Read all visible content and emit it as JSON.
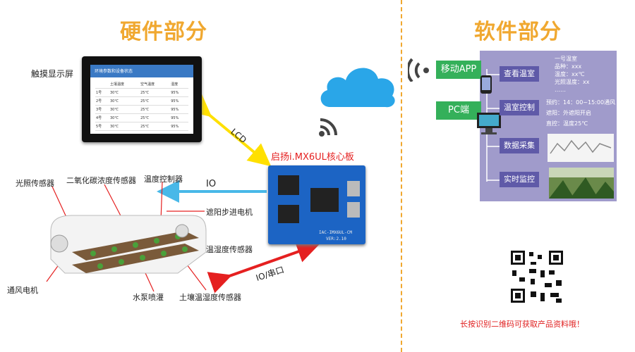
{
  "titles": {
    "hardware": "硬件部分",
    "software": "软件部分"
  },
  "lcd": {
    "label": "触摸显示屏",
    "screen_title": "环境参数和设备状态",
    "columns": [
      "",
      "土壤温度",
      "空气温度",
      "湿度"
    ],
    "rows": [
      [
        "1号",
        "30℃",
        "25℃",
        "95%"
      ],
      [
        "2号",
        "30℃",
        "25℃",
        "95%"
      ],
      [
        "3号",
        "30℃",
        "25℃",
        "95%"
      ],
      [
        "4号",
        "30℃",
        "25℃",
        "95%"
      ],
      [
        "5号",
        "30℃",
        "25℃",
        "95%"
      ]
    ]
  },
  "connections": {
    "lcd": "LCD",
    "io": "IO",
    "io_serial": "IO/串口"
  },
  "board": {
    "title": "启扬i.MX6UL核心板",
    "silk": "IAC-IMX6UL-CM",
    "version": "VER:2.10"
  },
  "sensors": {
    "light": "光照传感器",
    "co2": "二氧化碳浓度传感器",
    "temp_controller": "温度控制器",
    "shade_motor": "遮阳步进电机",
    "humidity": "温湿度传感器",
    "fan": "通风电机",
    "pump": "水泵喷灌",
    "soil": "土壤温湿度传感器"
  },
  "software": {
    "mobile_app": "移动APP",
    "pc": "PC端",
    "features": [
      {
        "label": "查看温室",
        "lines": [
          "一号温室",
          "品种：xxx",
          "温度：xx℃",
          "光照温度：xx",
          "……"
        ]
      },
      {
        "label": "温室控制",
        "lines": [
          "预约：14：00~15:00通风",
          "遮阳：外遮阳开启",
          "直控：温度25℃"
        ]
      },
      {
        "label": "数据采集",
        "lines": []
      },
      {
        "label": "实时监控",
        "lines": []
      }
    ]
  },
  "qr_note": "长按识别二维码可获取产品资料哦！",
  "colors": {
    "title": "#f0a830",
    "panel": "#a09bcb",
    "feature": "#5f5aa8",
    "app": "#34b05a",
    "note": "#e02020"
  },
  "icons": [
    "cloud-icon",
    "wifi-icon",
    "phone-icon",
    "monitor-icon",
    "qr-code"
  ]
}
